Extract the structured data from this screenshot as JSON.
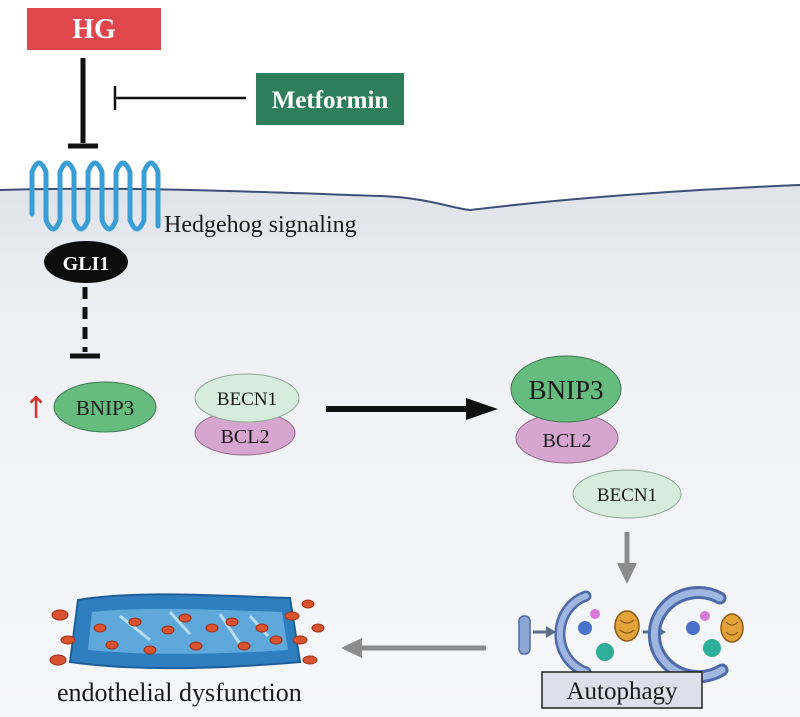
{
  "stimulus": {
    "label": "HG"
  },
  "drug": {
    "label": "Metformin"
  },
  "receptor": {
    "label": "Hedgehog signaling"
  },
  "transcription_factor": {
    "label": "GLI1"
  },
  "upregulated": {
    "arrow_glyph": "↑",
    "label": "BNIP3"
  },
  "complex_left": {
    "top": "BECN1",
    "bottom": "BCL2"
  },
  "complex_right": {
    "top": "BNIP3",
    "bottom": "BCL2"
  },
  "released": {
    "label": "BECN1"
  },
  "process": {
    "label": "Autophagy"
  },
  "outcome": {
    "label": "endothelial dysfunction"
  },
  "colors": {
    "hg_red": "#e0474c",
    "metformin_green": "#2e7d5b",
    "bnip3_green": "#66bb7e",
    "becn1_green": "#d6ecdc",
    "bcl2_pink": "#d7a6d0",
    "membrane_blue": "#3a9ed6",
    "cytoplasm": "#eceff3",
    "up_arrow_red": "#d9302c",
    "grey_arrow": "#8c8c8c"
  }
}
